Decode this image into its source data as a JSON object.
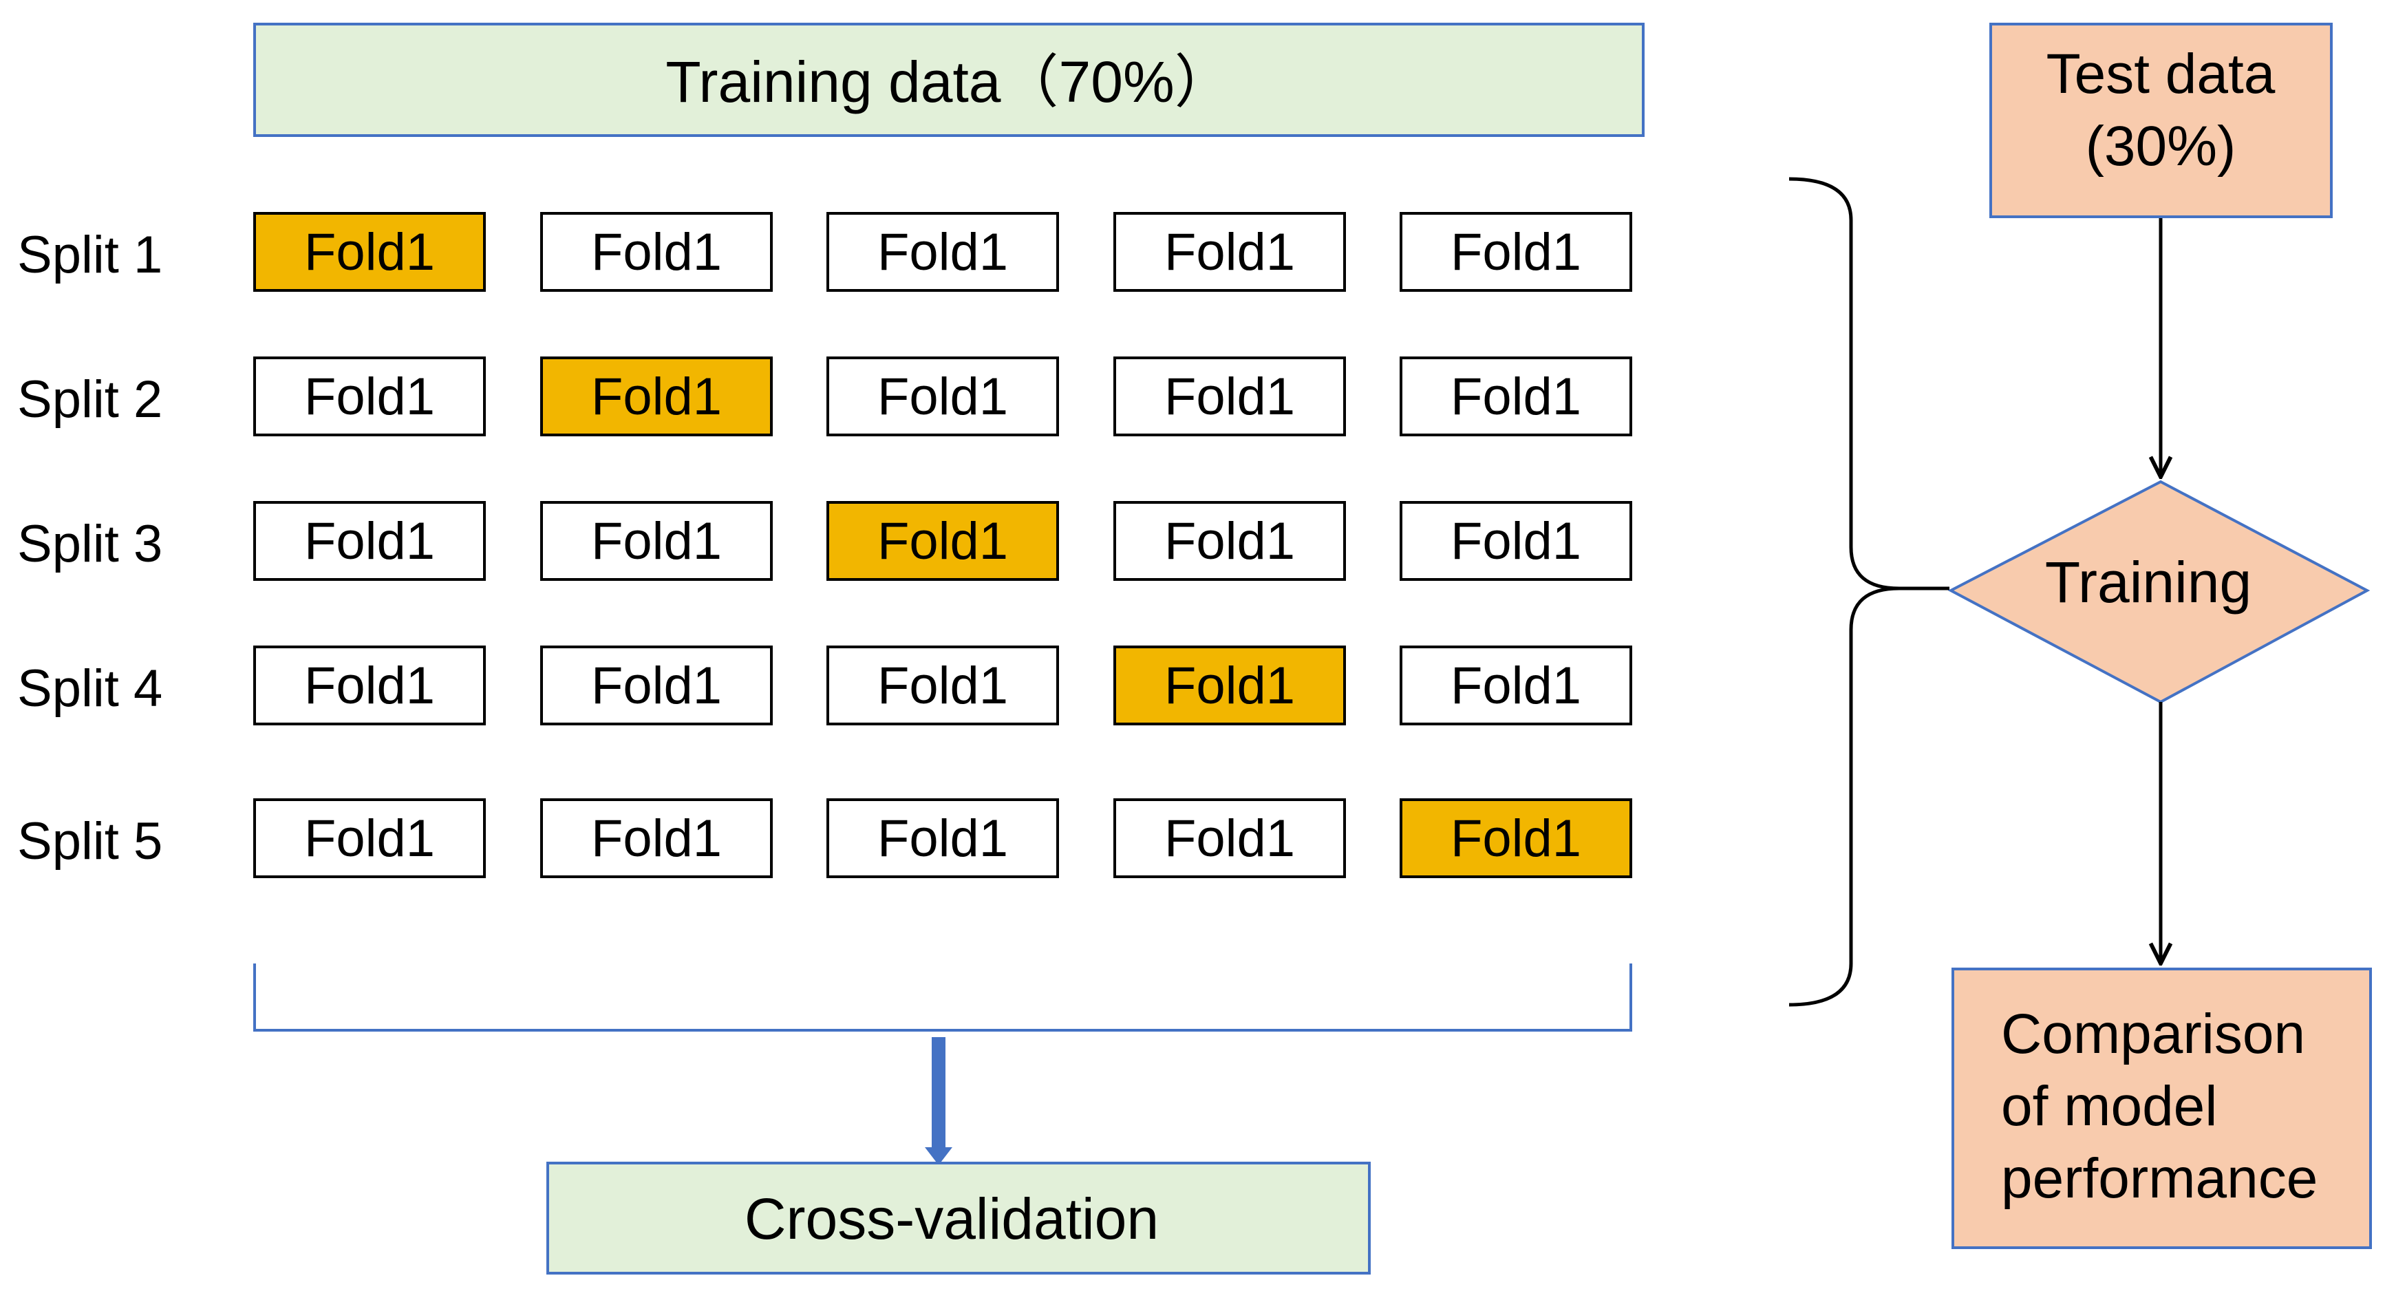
{
  "training_data": {
    "label": "Training data（70%）"
  },
  "test_data": {
    "line1": "Test data",
    "line2": "(30%)"
  },
  "training": {
    "label": "Training"
  },
  "comparison": {
    "line1": "Comparison",
    "line2": "of model",
    "line3": "performance"
  },
  "cross_validation": {
    "label": "Cross-validation"
  },
  "splits": [
    {
      "label": "Split 1",
      "folds": [
        "Fold1",
        "Fold1",
        "Fold1",
        "Fold1",
        "Fold1"
      ],
      "highlight": 0
    },
    {
      "label": "Split 2",
      "folds": [
        "Fold1",
        "Fold1",
        "Fold1",
        "Fold1",
        "Fold1"
      ],
      "highlight": 1
    },
    {
      "label": "Split 3",
      "folds": [
        "Fold1",
        "Fold1",
        "Fold1",
        "Fold1",
        "Fold1"
      ],
      "highlight": 2
    },
    {
      "label": "Split 4",
      "folds": [
        "Fold1",
        "Fold1",
        "Fold1",
        "Fold1",
        "Fold1"
      ],
      "highlight": 3
    },
    {
      "label": "Split 5",
      "folds": [
        "Fold1",
        "Fold1",
        "Fold1",
        "Fold1",
        "Fold1"
      ],
      "highlight": 4
    }
  ],
  "colors": {
    "green_fill": "#e2f0d9",
    "blue_stroke": "#4472c4",
    "orange_fill": "#f8cbad",
    "highlight_fill": "#f2b600",
    "black": "#000000"
  }
}
